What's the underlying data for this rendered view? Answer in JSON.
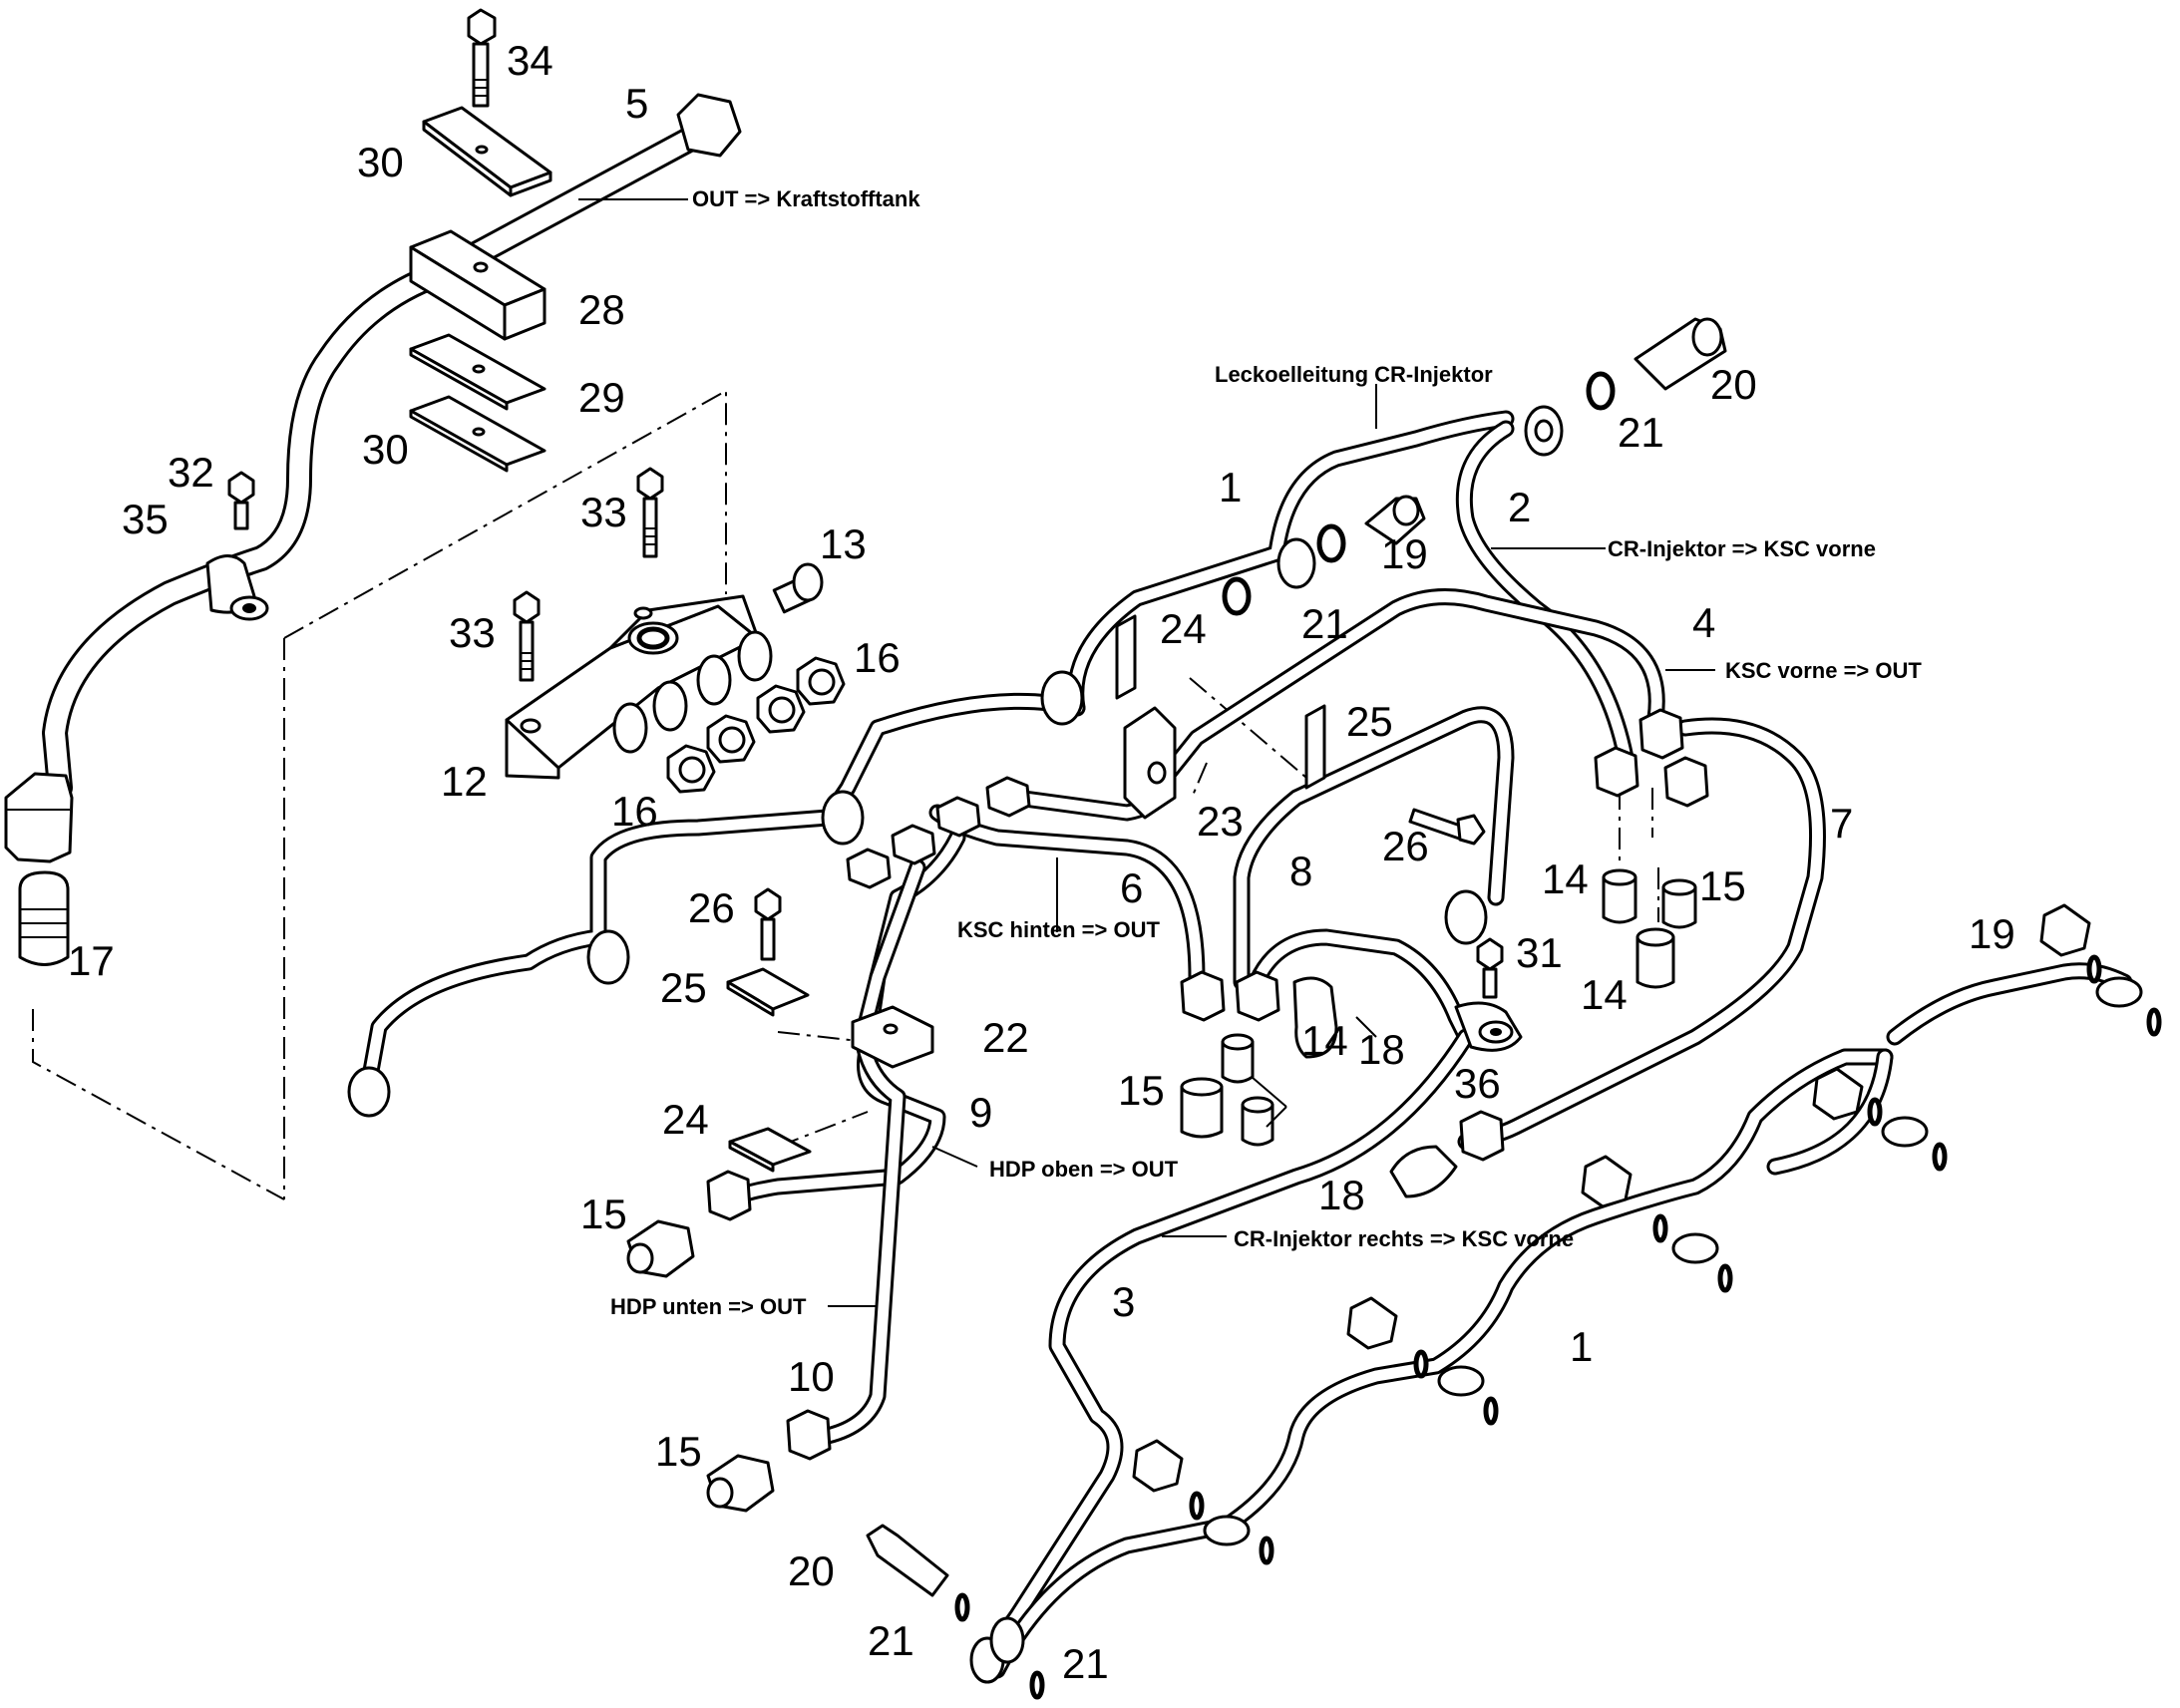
{
  "part_numbers": {
    "p34": "34",
    "p5": "5",
    "p30a": "30",
    "p28": "28",
    "p29": "29",
    "p30b": "30",
    "p32": "32",
    "p35": "35",
    "p17": "17",
    "p33a": "33",
    "p33b": "33",
    "p13": "13",
    "p16a": "16",
    "p16b": "16",
    "p12": "12",
    "p1a": "1",
    "p19a": "19",
    "p21a": "21",
    "p21b": "21",
    "p24a": "24",
    "p23": "23",
    "p20a": "20",
    "p2": "2",
    "p4": "4",
    "p25a": "25",
    "p26a": "26",
    "p8": "8",
    "p6": "6",
    "p7": "7",
    "p14a": "14",
    "p15a": "15",
    "p14b": "14",
    "p31": "31",
    "p18a": "18",
    "p36": "36",
    "p14c": "14",
    "p15b": "15",
    "p26b": "26",
    "p25b": "25",
    "p22": "22",
    "p24b": "24",
    "p9": "9",
    "p15c": "15",
    "p10": "10",
    "p15d": "15",
    "p18b": "18",
    "p3": "3",
    "p1b": "1",
    "p19b": "19",
    "p20b": "20",
    "p21c": "21",
    "p21d": "21"
  },
  "labels": {
    "out_tank": "OUT => Kraftstofftank",
    "leckoel": "Leckoelleitung CR-Injektor",
    "cr_ksc_vorne": "CR-Injektor => KSC vorne",
    "ksc_vorne_out": "KSC vorne => OUT",
    "ksc_hinten_out": "KSC hinten => OUT",
    "hdp_oben_out": "HDP oben => OUT",
    "hdp_unten_out": "HDP unten => OUT",
    "cr_rechts_ksc_vorne": "CR-Injektor rechts => KSC vorne"
  }
}
